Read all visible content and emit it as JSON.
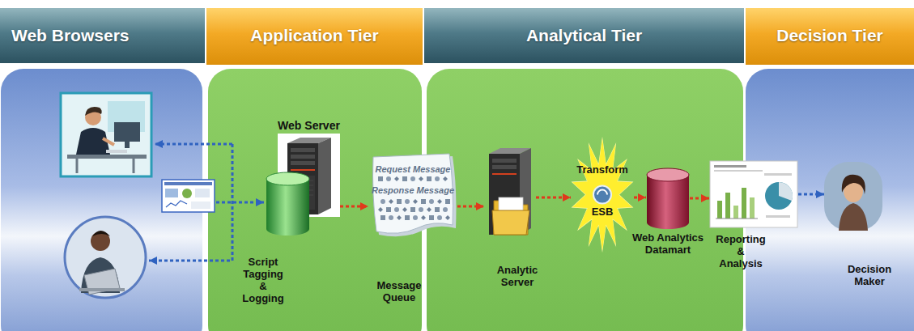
{
  "diagram": {
    "nodes": [
      {
        "text": [
          "Web Browsers"
        ]
      },
      {
        "text": [
          "Application Tier"
        ]
      },
      {
        "text": [
          "Web Server"
        ],
        "in": 1
      },
      {
        "text": [
          "Script Tagging & Logging"
        ],
        "in": 1
      },
      {
        "text": [
          "Request Message",
          "Response Message",
          "Message Queue"
        ]
      },
      {
        "text": [
          "Analytical Tier"
        ]
      },
      {
        "text": [
          "Analytic Server"
        ],
        "in": 5
      },
      {
        "text": [
          "Transform",
          "ESB"
        ],
        "in": 5
      },
      {
        "text": [
          "Web Analytics Datamart"
        ],
        "in": 5
      },
      {
        "text": [
          "Reporting & Analysis"
        ]
      },
      {
        "text": [
          "Decision Tier"
        ]
      },
      {
        "text": [
          "Decision Maker"
        ],
        "in": 10
      }
    ],
    "edges": [
      {
        "from": 2,
        "to": 4,
        "arrow": "to"
      },
      {
        "from": 4,
        "to": 6,
        "arrow": "to"
      },
      {
        "from": 6,
        "to": 7,
        "arrow": "to"
      },
      {
        "from": 7,
        "to": 8,
        "arrow": "to"
      },
      {
        "from": 8,
        "to": 9,
        "arrow": "to"
      },
      {
        "from": 9,
        "to": 11,
        "arrow": "to"
      }
    ]
  }
}
